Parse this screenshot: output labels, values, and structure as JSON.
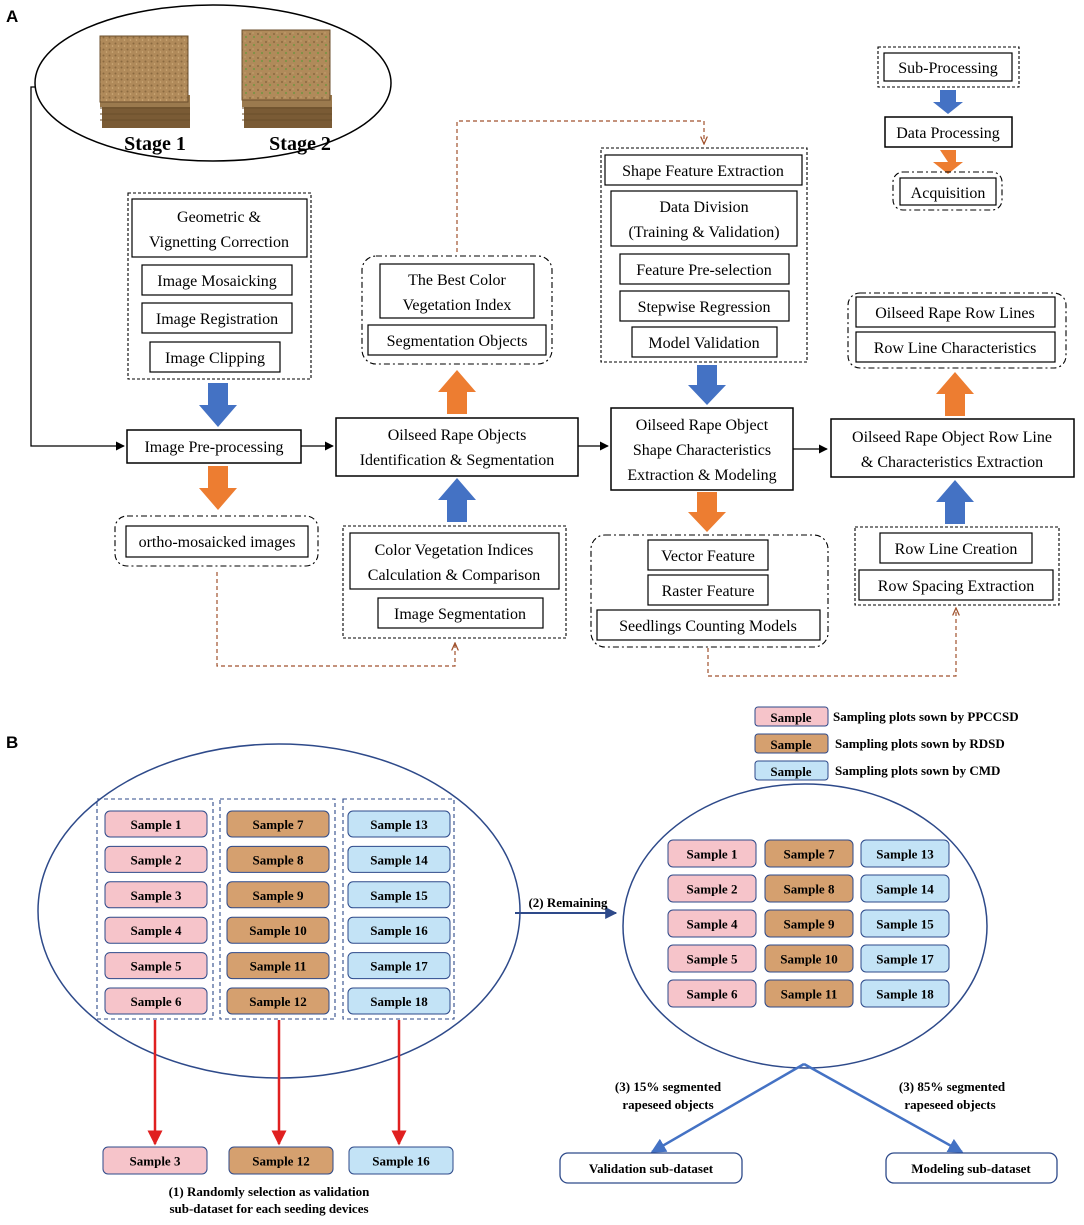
{
  "panel_a": {
    "label": "A",
    "stage1": "Stage 1",
    "stage2": "Stage 2",
    "preproc_group": [
      "Geometric &",
      "Vignetting Correction",
      "Image Mosaicking",
      "Image Registration",
      "Image Clipping"
    ],
    "image_preprocessing": "Image Pre-processing",
    "ortho_output": "ortho-mosaicked images",
    "identification": [
      "Oilseed Rape Objects",
      "Identification & Segmentation"
    ],
    "best_color": [
      "The Best Color",
      "Vegetation Index"
    ],
    "segmentation_objects": "Segmentation Objects",
    "color_indices": [
      "Color Vegetation Indices",
      "Calculation & Comparison"
    ],
    "image_segmentation": "Image Segmentation",
    "shape_group": [
      "Shape Feature Extraction",
      "Data Division",
      "(Training & Validation)",
      "Feature Pre-selection",
      "Stepwise Regression",
      "Model Validation"
    ],
    "shape_main": [
      "Oilseed Rape Object",
      "Shape Characteristics",
      "Extraction & Modeling"
    ],
    "shape_outputs": [
      "Vector Feature",
      "Raster Feature",
      "Seedlings Counting Models"
    ],
    "row_outputs": [
      "Oilseed Rape Row Lines",
      "Row Line Characteristics"
    ],
    "row_main": [
      "Oilseed Rape Object Row Line",
      "& Characteristics Extraction"
    ],
    "row_inputs": [
      "Row Line Creation",
      "Row Spacing Extraction"
    ],
    "legend": [
      "Sub-Processing",
      "Data Processing",
      "Acquisition"
    ]
  },
  "panel_b": {
    "label": "B",
    "legend": [
      {
        "swatch": "Sample",
        "text": "Sampling plots sown by PPCCSD",
        "color": "#f6c4ca"
      },
      {
        "swatch": "Sample",
        "text": "Sampling plots sown by RDSD",
        "color": "#d5a06f"
      },
      {
        "swatch": "Sample",
        "text": "Sampling plots sown by CMD",
        "color": "#c3e3f6"
      }
    ],
    "left_pink": [
      "Sample 1",
      "Sample 2",
      "Sample 3",
      "Sample 4",
      "Sample 5",
      "Sample 6"
    ],
    "left_brown": [
      "Sample 7",
      "Sample 8",
      "Sample 9",
      "Sample 10",
      "Sample 11",
      "Sample 12"
    ],
    "left_blue": [
      "Sample 13",
      "Sample 14",
      "Sample 15",
      "Sample 16",
      "Sample 17",
      "Sample 18"
    ],
    "right_pink": [
      "Sample 1",
      "Sample 2",
      "Sample 4",
      "Sample 5",
      "Sample 6"
    ],
    "right_brown": [
      "Sample 7",
      "Sample 8",
      "Sample 9",
      "Sample 10",
      "Sample 11"
    ],
    "right_blue": [
      "Sample 13",
      "Sample 14",
      "Sample 15",
      "Sample 17",
      "Sample 18"
    ],
    "selected": [
      "Sample 3",
      "Sample 12",
      "Sample 16"
    ],
    "remaining_label": "(2) Remaining",
    "selection_caption": [
      "(1) Randomly selection as validation",
      "sub-dataset for each seeding devices"
    ],
    "split_left": [
      "(3) 15% segmented",
      "rapeseed objects"
    ],
    "split_right": [
      "(3) 85% segmented",
      "rapeseed objects"
    ],
    "validation_subset": "Validation sub-dataset",
    "modeling_subset": "Modeling sub-dataset"
  },
  "colors": {
    "blue_arrow": "#4472c4",
    "orange_arrow": "#ed7d31",
    "dashed_brown": "#a0522d",
    "pink": "#f6c4ca",
    "brown": "#d5a06f",
    "light_blue": "#c3e3f6",
    "red_arrow": "#e02020",
    "navy": "#2e4a8a"
  }
}
